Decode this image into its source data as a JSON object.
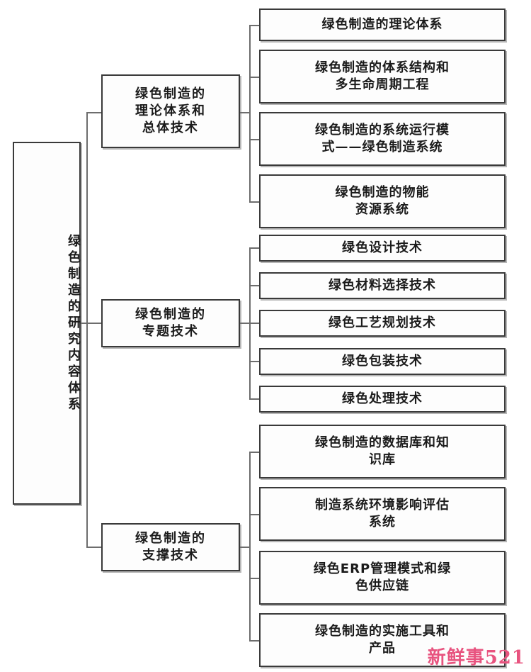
{
  "diagram": {
    "type": "tree",
    "orientation": "left-to-right",
    "root": {
      "label": "绿色制造的研究内容体系"
    },
    "branches": [
      {
        "label": "绿色制造的\n理论体系和\n总体技术",
        "label_lines": [
          "绿色制造的",
          "理论体系和",
          "总体技术"
        ],
        "children": [
          {
            "label": "绿色制造的理论体系",
            "lines": [
              "绿色制造的理论体系"
            ]
          },
          {
            "label": "绿色制造的体系结构和多生命周期工程",
            "lines": [
              "绿色制造的体系结构和",
              "多生命周期工程"
            ]
          },
          {
            "label": "绿色制造的系统运行模式——绿色制造系统",
            "lines": [
              "绿色制造的系统运行模",
              "式——绿色制造系统"
            ]
          },
          {
            "label": "绿色制造的物能资源系统",
            "lines": [
              "绿色制造的物能",
              "资源系统"
            ]
          }
        ]
      },
      {
        "label": "绿色制造的\n专题技术",
        "label_lines": [
          "绿色制造的",
          "专题技术"
        ],
        "children": [
          {
            "label": "绿色设计技术",
            "lines": [
              "绿色设计技术"
            ]
          },
          {
            "label": "绿色材料选择技术",
            "lines": [
              "绿色材料选择技术"
            ]
          },
          {
            "label": "绿色工艺规划技术",
            "lines": [
              "绿色工艺规划技术"
            ]
          },
          {
            "label": "绿色包装技术",
            "lines": [
              "绿色包装技术"
            ]
          },
          {
            "label": "绿色处理技术",
            "lines": [
              "绿色处理技术"
            ]
          }
        ]
      },
      {
        "label": "绿色制造的\n支撑技术",
        "label_lines": [
          "绿色制造的",
          "支撑技术"
        ],
        "children": [
          {
            "label": "绿色制造的数据库和知识库",
            "lines": [
              "绿色制造的数据库和知",
              "识库"
            ]
          },
          {
            "label": "制造系统环境影响评估系统",
            "lines": [
              "制造系统环境影响评估",
              "系统"
            ]
          },
          {
            "label": "绿色ERP管理模式和绿色供应链",
            "lines": [
              "绿色ERP管理模式和绿",
              "色供应链"
            ]
          },
          {
            "label": "绿色制造的实施工具和产品",
            "lines": [
              "绿色制造的实施工具和",
              "产品"
            ]
          }
        ]
      }
    ]
  },
  "watermark": {
    "text": "新鲜事521",
    "color": "#e8537f"
  },
  "colors": {
    "background": "#ffffff",
    "box_border": "#3a3a3a",
    "box_fill": "#fdfdfd",
    "box_shadow": "#b6b6b6",
    "line": "#6d6d6d",
    "text": "#1b1b1b"
  }
}
